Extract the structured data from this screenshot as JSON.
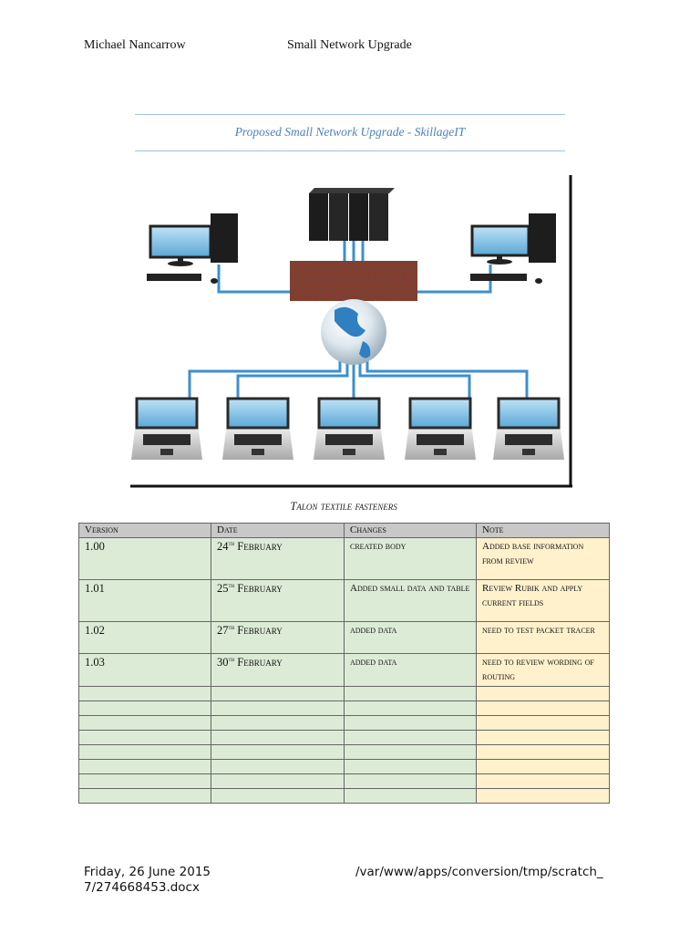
{
  "header": {
    "author": "Michael Nancarrow",
    "doc_title": "Small Network Upgrade"
  },
  "title": "Proposed Small Network Upgrade - SkillageIT",
  "figure": {
    "description_icon": "network-diagram-icon"
  },
  "caption": "Talon textile fasteners",
  "table": {
    "headers": [
      "Version",
      "Date",
      "Changes",
      "Note"
    ],
    "rows": [
      {
        "version": "1.00",
        "day": "24",
        "suffix": "th",
        "month": "February",
        "changes": "created body",
        "note": "Added base information from review"
      },
      {
        "version": "1.01",
        "day": "25",
        "suffix": "th",
        "month": "February",
        "changes": "Added small data and table",
        "note": "Review Rubik and apply current fields"
      },
      {
        "version": "1.02",
        "day": "27",
        "suffix": "th",
        "month": "February",
        "changes": "added data",
        "note": "need to test packet tracer"
      },
      {
        "version": "1.03",
        "day": "30",
        "suffix": "th",
        "month": "February",
        "changes": "added data",
        "note": "need to review wording of routing"
      }
    ],
    "empty_rows": 8
  },
  "colors": {
    "green_cell": "#dcebd6",
    "yellow_cell": "#fff1cc",
    "header_cell": "#c8c8c8",
    "title_blue": "#4f81bd",
    "cable_blue": "#3d8fcf"
  },
  "footer": {
    "date": "Friday, 26 June 2015",
    "path_line1": "/var/www/apps/conversion/tmp/scratch_",
    "path_line2": "7/274668453.docx"
  }
}
